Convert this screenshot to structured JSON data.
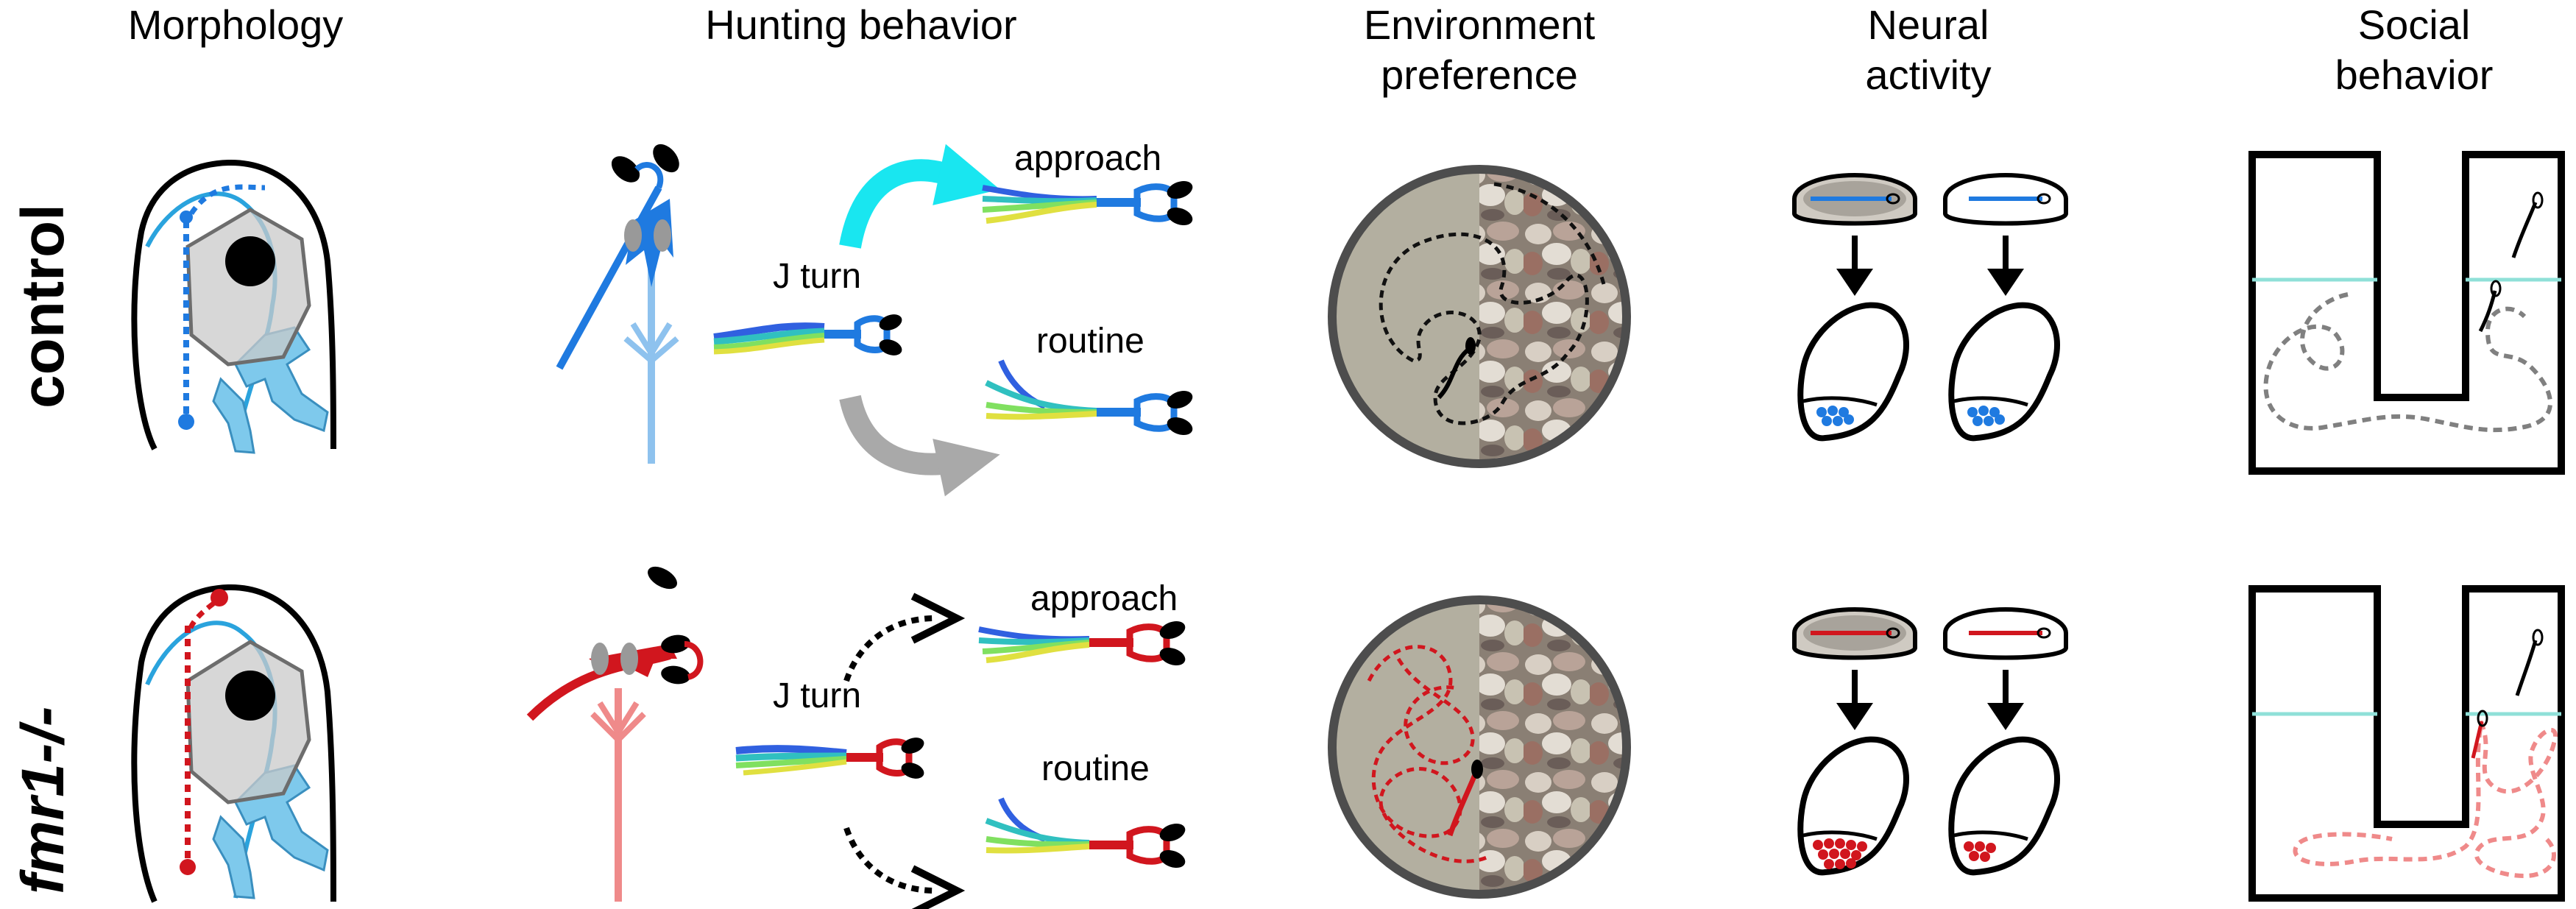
{
  "headers": {
    "morphology": "Morphology",
    "hunting": "Hunting behavior",
    "environment_line1": "Environment",
    "environment_line2": "preference",
    "neural_line1": "Neural",
    "neural_line2": "activity",
    "social_line1": "Social",
    "social_line2": "behavior"
  },
  "rows": {
    "control": "control",
    "mutant": "fmr1-/-"
  },
  "hunting_labels": {
    "jturn": "J turn",
    "approach": "approach",
    "routine": "routine"
  },
  "colors": {
    "control": "#1f7ae0",
    "control_light": "#8ec2ee",
    "mutant": "#d1161e",
    "mutant_light": "#ef8a8a",
    "cartilage": "#7ec9ec",
    "arrow_cyan": "#19e6f0",
    "arrow_gray": "#a9a9a9",
    "sand": "#b3afa0",
    "water_line": "#8fe0d8"
  }
}
